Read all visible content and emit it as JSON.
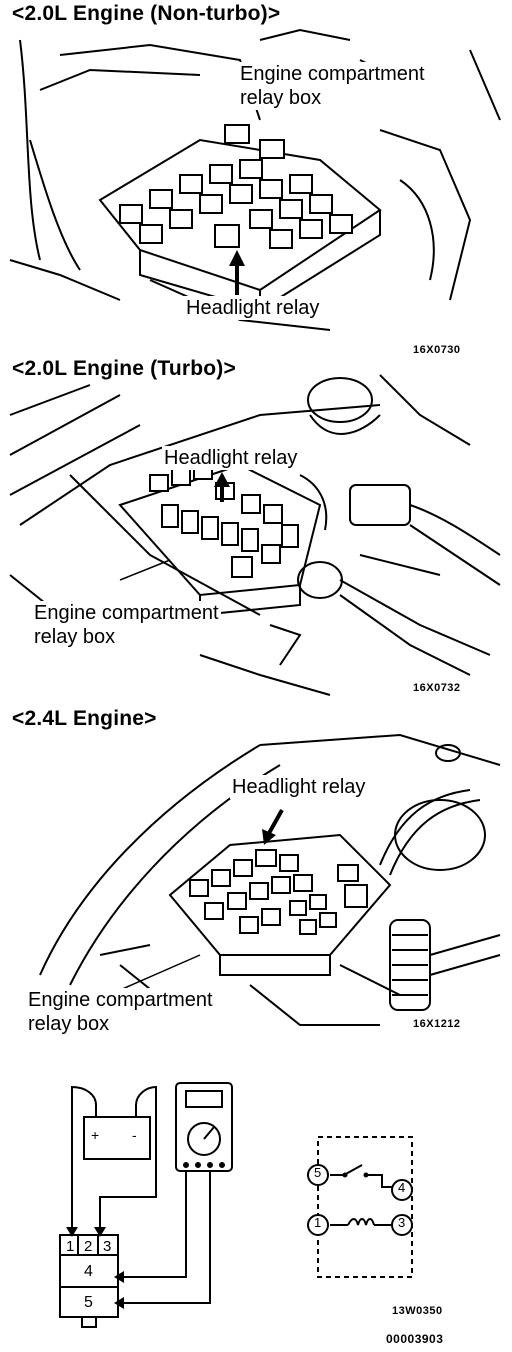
{
  "section1": {
    "heading": "<2.0L Engine (Non-turbo)>",
    "relay_box_label": [
      "Engine compartment",
      "relay box"
    ],
    "headlight_label": "Headlight relay",
    "code": "16X0730"
  },
  "section2": {
    "heading": "<2.0L Engine (Turbo)>",
    "headlight_label": "Headlight relay",
    "relay_box_label": [
      "Engine compartment",
      "relay box"
    ],
    "code": "16X0732"
  },
  "section3": {
    "heading": "<2.4L Engine>",
    "headlight_label": "Headlight relay",
    "relay_box_label": [
      "Engine compartment",
      "relay box"
    ],
    "code": "16X1212"
  },
  "test_diagram": {
    "battery_terminals": [
      "+",
      "-"
    ],
    "relay_terminals": [
      "1",
      "2",
      "3",
      "4",
      "5"
    ],
    "circuit_terminals": [
      "5",
      "4",
      "1",
      "3"
    ],
    "code": "13W0350",
    "doc_number": "00003903"
  }
}
